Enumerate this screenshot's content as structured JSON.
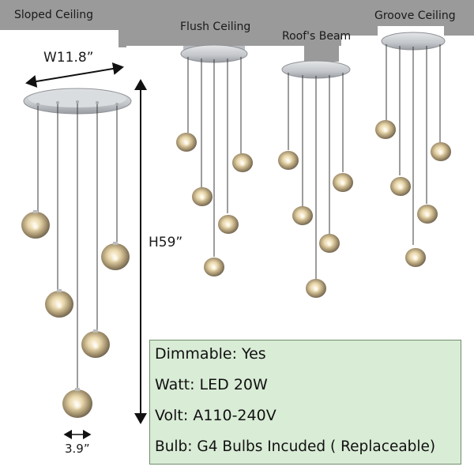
{
  "ceiling_labels": {
    "sloped": "Sloped Ceiling",
    "flush": "Flush Ceiling",
    "roof_beam": "Roof's Beam",
    "groove": "Groove Ceiling"
  },
  "dimensions": {
    "width": "W11.8”",
    "height": "H59”",
    "globe": "3.9”"
  },
  "specs": {
    "dimmable": "Dimmable: Yes",
    "watt": "Watt: LED 20W",
    "volt": "Volt: A110-240V",
    "bulb": "Bulb: G4 Bulbs Incuded ( Replaceable)"
  },
  "colors": {
    "ceiling": "#9a9a9a",
    "canopy": "#c9cbce",
    "spec_box": "#d9ecd6",
    "globe_glow": "#f3e2b8"
  }
}
